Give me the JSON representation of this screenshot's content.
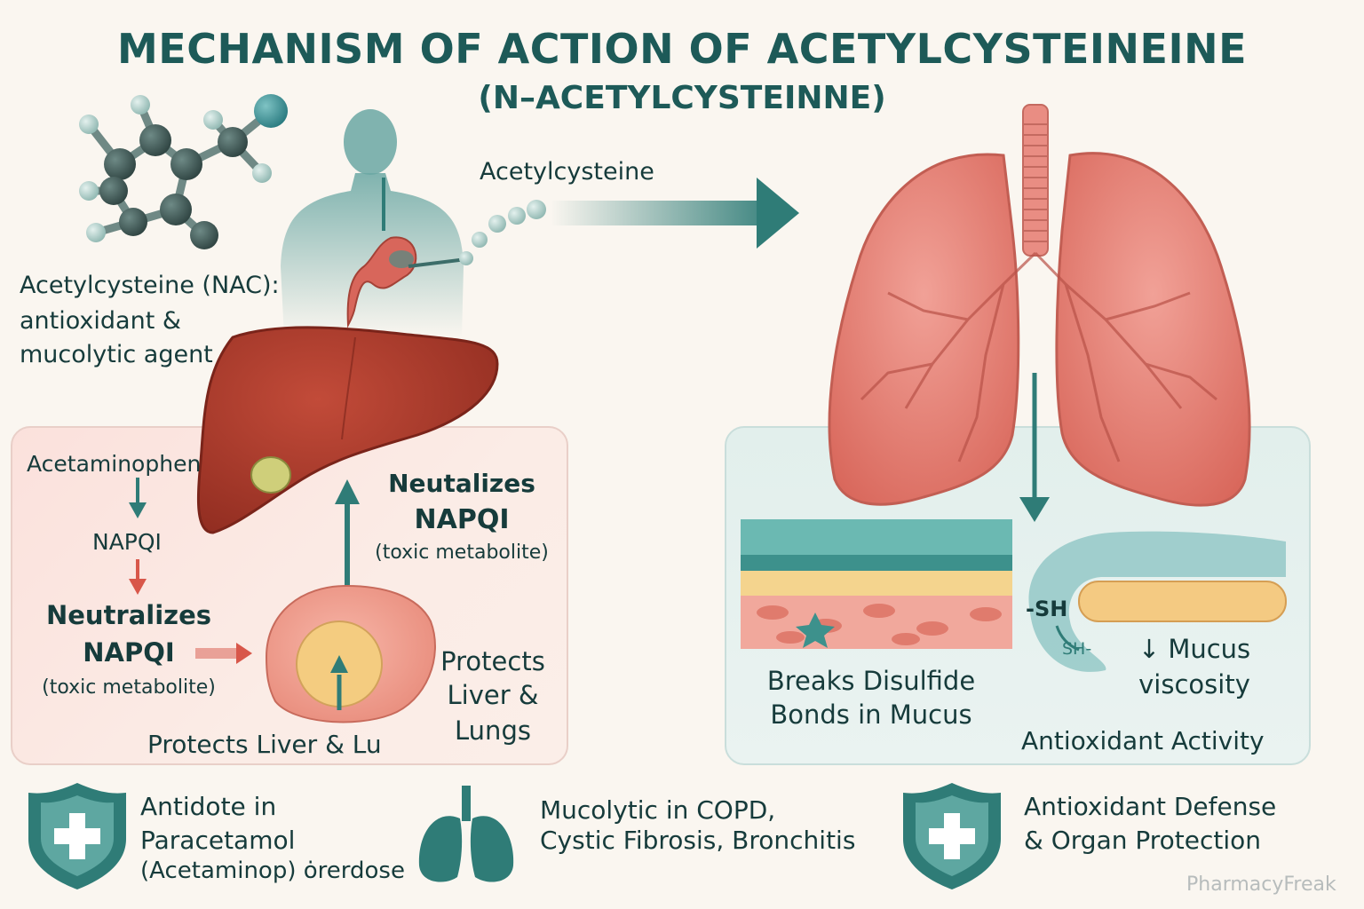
{
  "title": "MECHANISM OF ACTION OF ACETYLCYSTEINEINE",
  "subtitle": "(N–ACETYLCYSTEINNE)",
  "intro": {
    "line1": "Acetylcysteine (NAC):",
    "line2": "antioxidant &",
    "line3": "mucolytic agent"
  },
  "flow_label": "Acetylcysteine",
  "liver_panel": {
    "step1": "Acetaminophen",
    "step2": "NAPQI",
    "step3_a": "Neutralizes",
    "step3_b": "NAPQI",
    "step3_c": "(toxic metabolite)",
    "upper_a": "Neutalizes",
    "upper_b": "NAPQI",
    "upper_c": "(toxic metabolite)",
    "protects_a": "Protects",
    "protects_b": "Liver &",
    "protects_c": "Lungs",
    "bottom": "Protects Liver & Lu"
  },
  "lung_panel": {
    "sh1": "-SH",
    "sh2": "SH-",
    "mucus_a": "↓ Mucus",
    "mucus_b": "viscosity",
    "breaks_a": "Breaks Disulfide",
    "breaks_b": "Bonds in Mucus",
    "antiox": "Antioxidant Activity"
  },
  "uses": [
    {
      "icon": "shield-cross-icon",
      "line1": "Antidote in",
      "line2": "Paracetamol",
      "line3": "(Acetaminop) ȯrerdose"
    },
    {
      "icon": "lungs-icon",
      "line1": "Mucolytic in COPD,",
      "line2": "Cystic Fibrosis, Bronchitis"
    },
    {
      "icon": "shield-cross-icon",
      "line1": "Antioxidant Defense",
      "line2": "& Organ Protection"
    }
  ],
  "watermark": "PharmacyFreak",
  "colors": {
    "teal": "#2f7c77",
    "red": "#d8574a",
    "liver": "#a8372a",
    "lung": "#e88a80"
  }
}
